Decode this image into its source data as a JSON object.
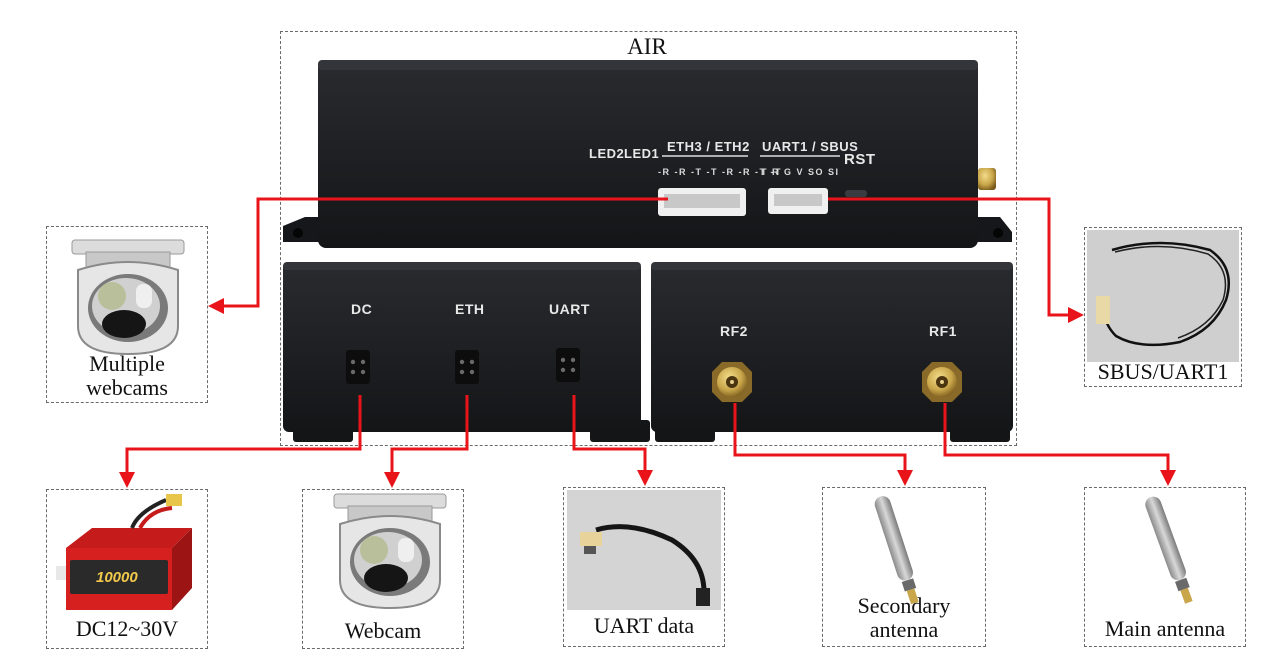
{
  "air_label": "AIR",
  "device_top": {
    "led2": "LED2",
    "led1": "LED1",
    "eth_header": "ETH3 / ETH2",
    "eth_pins": "-R -R -T -T -R -R -T -T",
    "uart_header": "UART1 / SBUS",
    "uart_pins": "T R G V SO SI",
    "rst": "RST"
  },
  "device_left": {
    "dc": "DC",
    "eth": "ETH",
    "uart": "UART"
  },
  "device_right": {
    "rf2": "RF2",
    "rf1": "RF1"
  },
  "battery_label": "10000",
  "targets": {
    "multiple_webcams": "Multiple\nwebcams",
    "sbus_uart1": "SBUS/UART1",
    "dc": "DC12~30V",
    "webcam": "Webcam",
    "uart_data": "UART data",
    "secondary_antenna": "Secondary\nantenna",
    "main_antenna": "Main antenna"
  },
  "colors": {
    "arrow": "#e8141a",
    "device": "#1e1f22",
    "frame": "#6a6a6a",
    "gold": "#c9a64a"
  },
  "icons": {
    "multiple_webcams": "gimbal-camera-icon",
    "sbus_uart1": "cable-icon",
    "dc": "battery-icon",
    "webcam": "gimbal-camera-icon",
    "uart_data": "cable-icon",
    "secondary_antenna": "antenna-icon",
    "main_antenna": "antenna-icon"
  }
}
